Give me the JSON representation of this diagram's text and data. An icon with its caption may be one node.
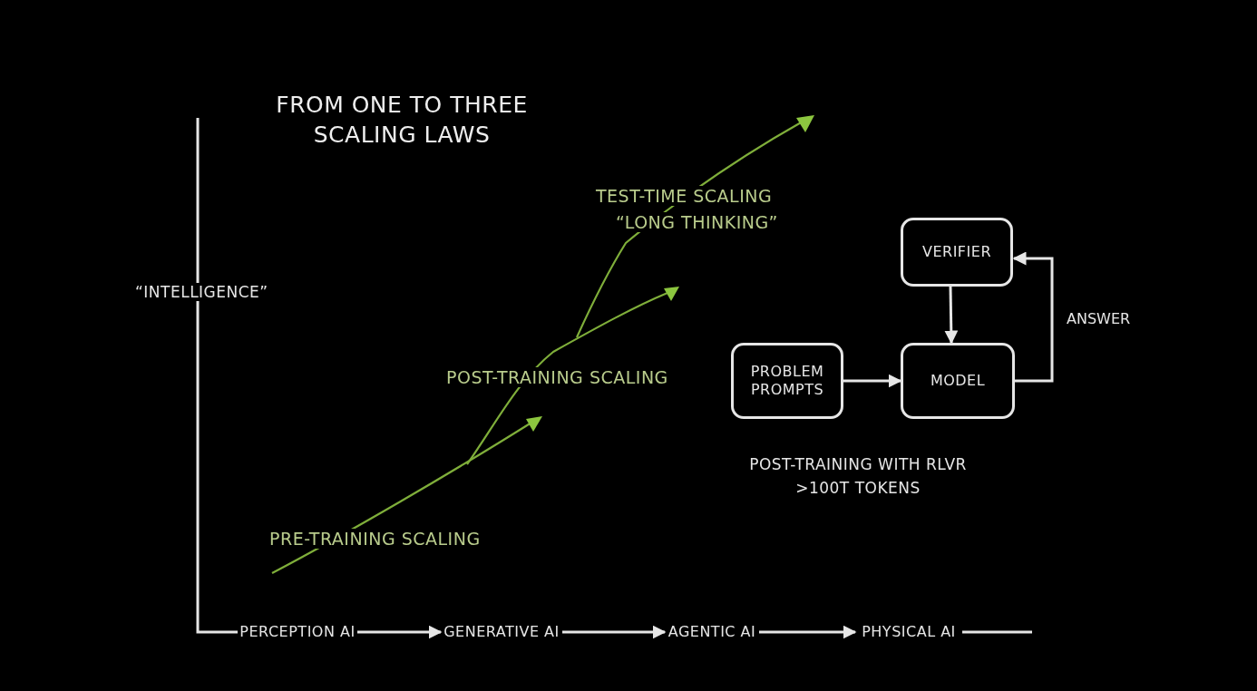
{
  "diagram": {
    "title": "FROM ONE TO THREE SCALING LAWS",
    "nodes": [
      {
        "text": [
          "PERCEPTION AI"
        ]
      },
      {
        "text": [
          "GENERATIVE AI"
        ]
      },
      {
        "text": [
          "AGENTIC AI"
        ]
      },
      {
        "text": [
          "PHYSICAL AI"
        ]
      },
      {
        "text": [
          "PROBLEM PROMPTS"
        ]
      },
      {
        "text": [
          "MODEL"
        ]
      },
      {
        "text": [
          "VERIFIER"
        ]
      }
    ],
    "edges": [
      {
        "from": 0,
        "to": 1,
        "arrow": "to"
      },
      {
        "from": 1,
        "to": 2,
        "arrow": "to"
      },
      {
        "from": 2,
        "to": 3,
        "arrow": "to"
      },
      {
        "from": 3,
        "to": null,
        "arrow": "none"
      },
      {
        "from": 4,
        "to": 5,
        "arrow": "to"
      },
      {
        "from": 6,
        "to": 5,
        "arrow": "to"
      },
      {
        "from": 5,
        "to": 6,
        "arrow": "to",
        "label": "ANSWER"
      }
    ],
    "labels": [
      "“INTELLIGENCE”",
      "TEST-TIME SCALING",
      "“LONG THINKING”",
      "POST-TRAINING SCALING",
      "PRE-TRAINING SCALING",
      "POST-TRAINING WITH RLVR >100T TOKENS"
    ]
  }
}
